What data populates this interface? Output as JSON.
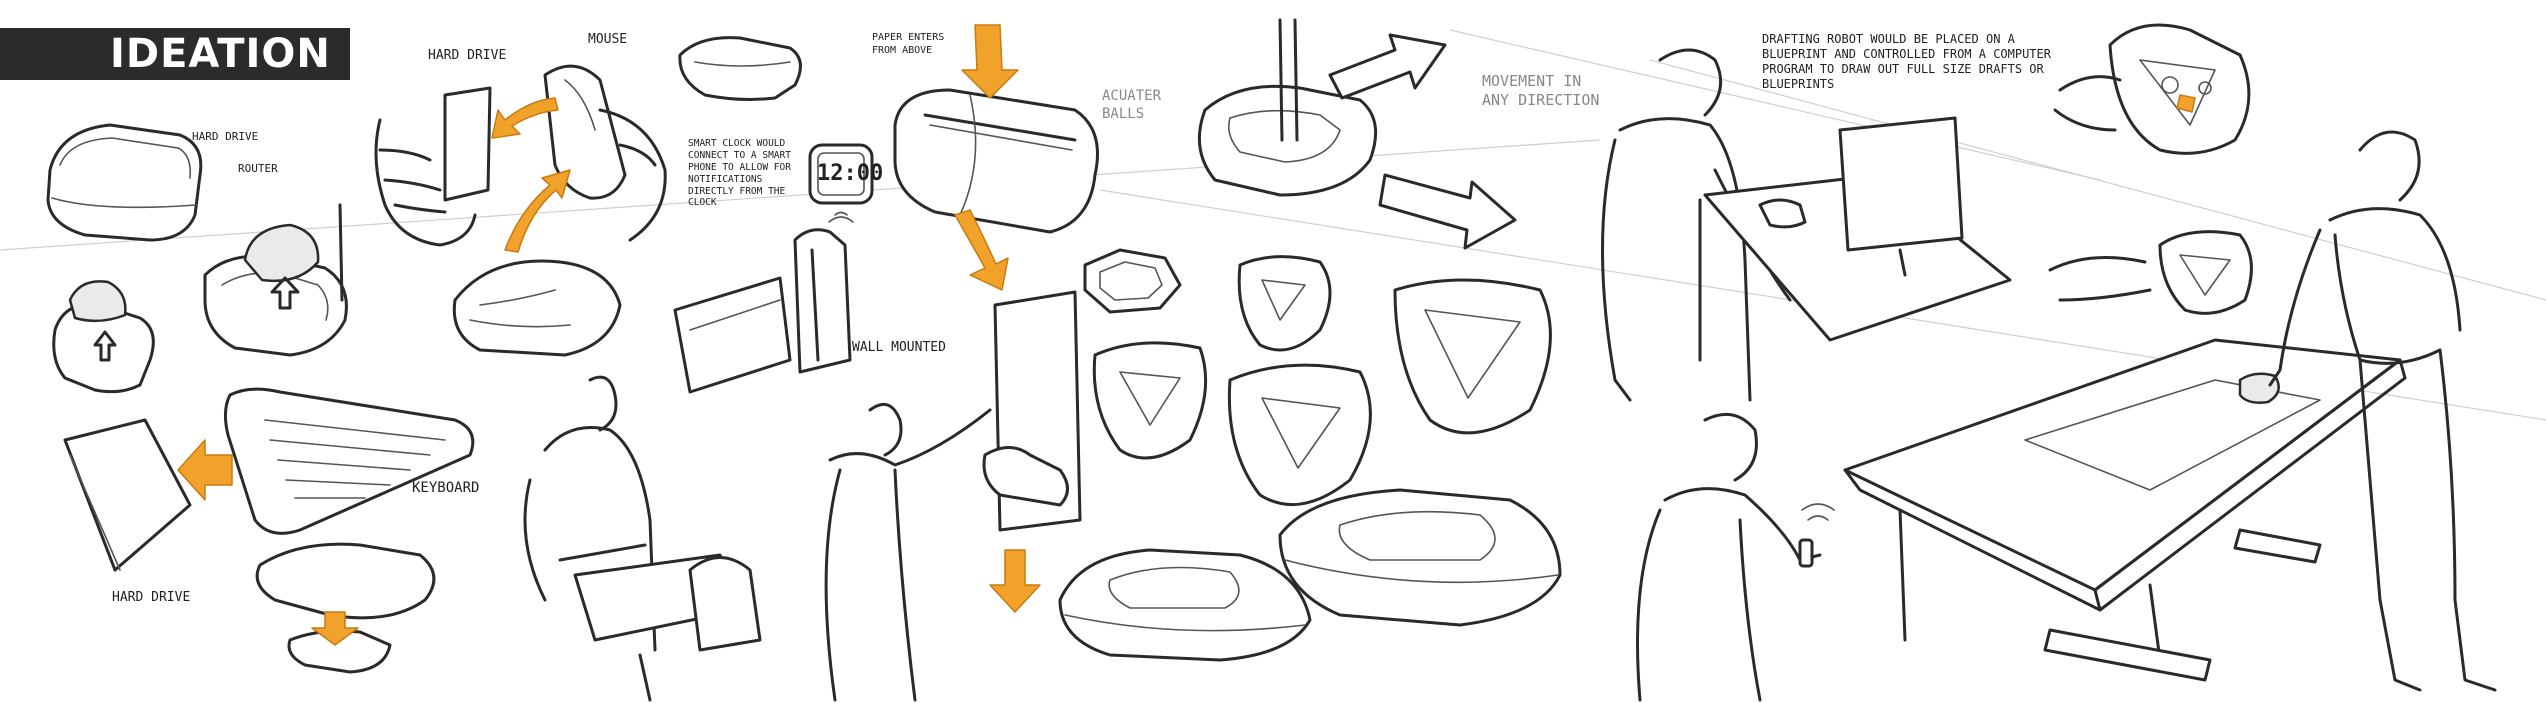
{
  "header": {
    "title": "IDEATION"
  },
  "labels": {
    "hard_drive_top": "HARD DRIVE",
    "mouse": "MOUSE",
    "hard_drive_left": "HARD DRIVE",
    "router": "ROUTER",
    "paper_enters": "PAPER ENTERS FROM ABOVE",
    "smart_clock": "SMART CLOCK WOULD CONNECT TO A SMART PHONE TO ALLOW FOR NOTIFICATIONS DIRECTLY FROM THE CLOCK",
    "clock_time": "12:00",
    "keyboard": "KEYBOARD",
    "hard_drive_bottom": "HARD DRIVE",
    "wall_mounted": "WALL MOUNTED",
    "acuator_balls": "ACUATER BALLS",
    "movement": "MOVEMENT IN ANY DIRECTION",
    "drafting_robot": "DRAFTING ROBOT WOULD BE PLACED ON A BLUEPRINT AND CONTROLLED FROM A COMPUTER PROGRAM TO DRAW OUT FULL SIZE DRAFTS OR BLUEPRINTS"
  },
  "colors": {
    "accent": "#f0a22a",
    "ink": "#2a2a2a",
    "title_bar": "#2b2b2b"
  }
}
